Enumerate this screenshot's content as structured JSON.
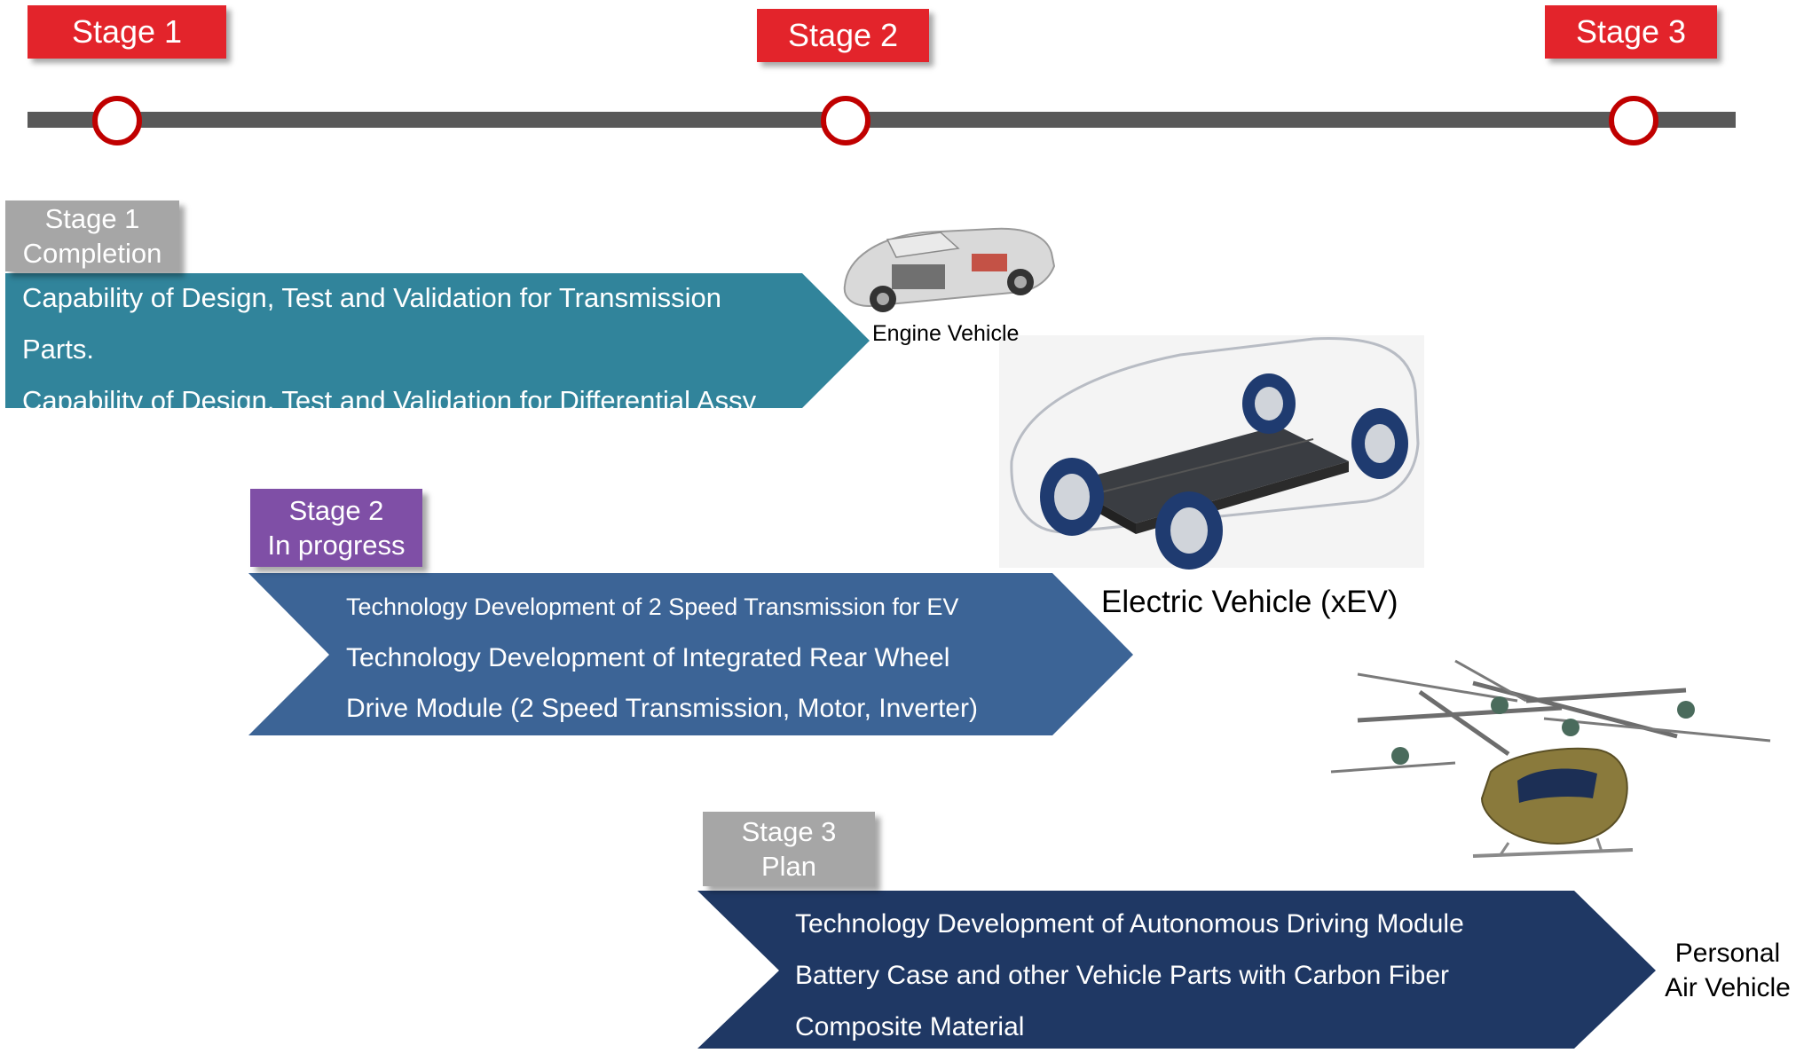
{
  "timeline": {
    "stage1": "Stage 1",
    "stage2": "Stage 2",
    "stage3": "Stage 3"
  },
  "stage1": {
    "status_line1": "Stage 1",
    "status_line2": "Completion",
    "items": [
      "Capability of Design, Test and Validation for Transmission",
      "Parts.",
      "Capability of Design, Test and Validation for Differential Assy"
    ],
    "vehicle": "Engine Vehicle"
  },
  "stage2": {
    "status_line1": "Stage 2",
    "status_line2": "In progress",
    "items": [
      "Technology Development of 2 Speed Transmission for EV",
      "Technology Development of Integrated Rear Wheel",
      "Drive Module (2 Speed Transmission, Motor, Inverter)"
    ],
    "vehicle": "Electric Vehicle (xEV)"
  },
  "stage3": {
    "status_line1": "Stage 3",
    "status_line2": "Plan",
    "items": [
      "Technology Development of Autonomous Driving Module",
      "Battery Case and other Vehicle Parts with Carbon Fiber",
      "Composite Material"
    ],
    "vehicle_line1": "Personal",
    "vehicle_line2": "Air Vehicle"
  },
  "colors": {
    "stage_tag": "#e3242b",
    "timeline": "#595959",
    "node_ring": "#c00000",
    "stage1_arrow": "#31849b",
    "stage2_arrow": "#3c6496",
    "stage3_arrow": "#1f3864",
    "status_gray": "#a6a6a6",
    "status_purple": "#7f4fa6"
  }
}
